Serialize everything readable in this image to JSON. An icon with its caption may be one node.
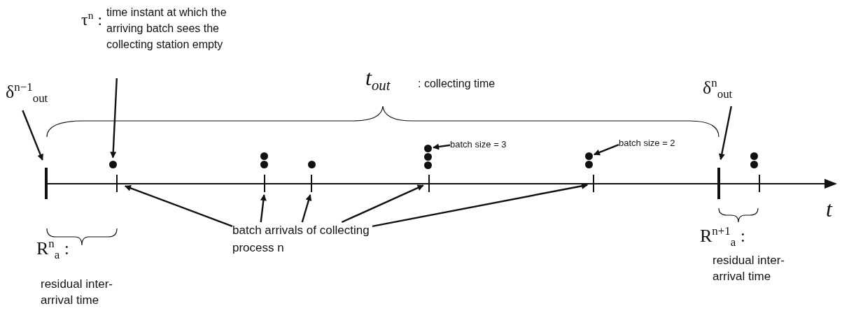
{
  "diagram": {
    "nodes": [
      {
        "text": [
          "τ$^{n}$ :",
          "time instant at which the arriving batch sees the collecting station empty"
        ]
      },
      {
        "text": [
          "δ$^{n−1}$$_{out}$"
        ]
      },
      {
        "text": [
          "δ$^{n}$$_{out}$"
        ]
      },
      {
        "text": [
          "batch size = 3"
        ]
      },
      {
        "text": [
          "batch size = 2"
        ]
      },
      {
        "text": [
          "batch arrivals of collecting process n"
        ]
      },
      {
        "text": [],
        "shape": "bar"
      },
      {
        "text": [],
        "shape": "bar"
      },
      {
        "text": [],
        "shape": "bar"
      },
      {
        "text": [],
        "shape": "bar"
      },
      {
        "text": [],
        "shape": "bar"
      },
      {
        "text": [],
        "shape": "bar"
      },
      {
        "text": [],
        "shape": "bar"
      },
      {
        "text": [],
        "shape": "bar"
      },
      {
        "text": [],
        "shape": "circle"
      },
      {
        "text": [],
        "shape": "circle"
      },
      {
        "text": [],
        "shape": "circle"
      },
      {
        "text": [],
        "shape": "circle"
      },
      {
        "text": [],
        "shape": "circle"
      },
      {
        "text": [],
        "shape": "circle"
      }
    ],
    "edges": [
      {
        "from": 0,
        "to": 14,
        "arrow": "to"
      },
      {
        "from": 1,
        "to": 6,
        "arrow": "to"
      },
      {
        "from": 2,
        "to": 12,
        "arrow": "to"
      },
      {
        "from": 3,
        "to": 17,
        "arrow": "to"
      },
      {
        "from": 4,
        "to": 18,
        "arrow": "to"
      },
      {
        "from": 5,
        "to": 7,
        "arrow": "to"
      },
      {
        "from": 5,
        "to": 8,
        "arrow": "to"
      },
      {
        "from": 5,
        "to": 9,
        "arrow": "to"
      },
      {
        "from": 5,
        "to": 10,
        "arrow": "to"
      },
      {
        "from": 5,
        "to": 11,
        "arrow": "to"
      }
    ],
    "labels": [
      "t$_{out}$",
      ": collecting time",
      "R$^{n}$$_{a}$ :",
      "residual inter-arrival time",
      "R$^{n+1}$$_{a}$ :",
      "residual inter-arrival time",
      "t"
    ]
  }
}
